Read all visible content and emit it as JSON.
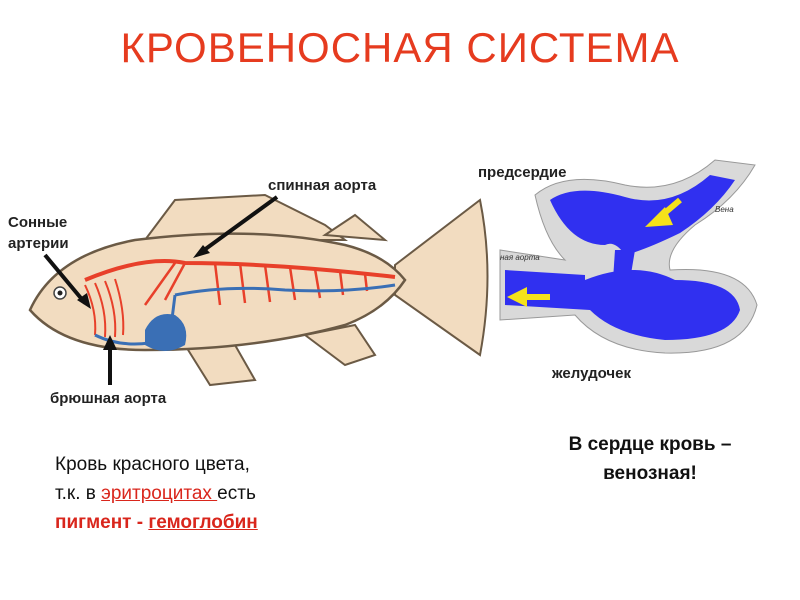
{
  "title": "КРОВЕНОСНАЯ СИСТЕМА",
  "labels": {
    "carotid_line1": "Сонные",
    "carotid_line2": "артерии",
    "dorsal_aorta": "спинная аорта",
    "ventral_aorta": "брюшная аорта",
    "atrium": "предсердие",
    "ventricle": "желудочек",
    "heart_vein": "Вена",
    "heart_aorta": "ная аорта"
  },
  "facts": {
    "left_line1": "Кровь красного цвета,",
    "left_line2_a": "т.к. в ",
    "left_line2_b": "эритроцитах ",
    "left_line2_c": "есть",
    "left_line3_a": "пигмент - ",
    "left_line3_b": "гемоглобин",
    "right_line1": "В сердце кровь –",
    "right_line2": "венозная!"
  },
  "colors": {
    "title": "#e63b1f",
    "arterial": "#e8402a",
    "venous": "#3a6fb5",
    "fish_body": "#f2dcc0",
    "heart_blue": "#3030f0",
    "arrow_yellow": "#f5e21a"
  }
}
